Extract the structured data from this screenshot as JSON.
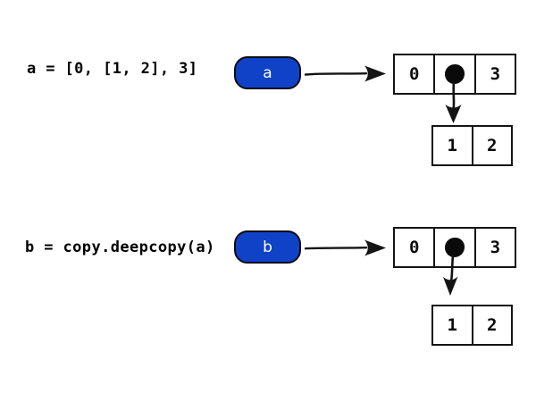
{
  "colors": {
    "pill_fill": "#1042c8",
    "pill_text": "#ffffff",
    "line_and_border": "#141414",
    "background": "#ffffff"
  },
  "rows": [
    {
      "code": "a = [0, [1, 2], 3]",
      "variable": "a",
      "list_cells": [
        "0",
        "",
        "3"
      ],
      "pointer_icon": "filled-dot",
      "sublist_cells": [
        "1",
        "2"
      ]
    },
    {
      "code": "b = copy.deepcopy(a)",
      "variable": "b",
      "list_cells": [
        "0",
        "",
        "3"
      ],
      "pointer_icon": "filled-dot",
      "sublist_cells": [
        "1",
        "2"
      ]
    }
  ]
}
